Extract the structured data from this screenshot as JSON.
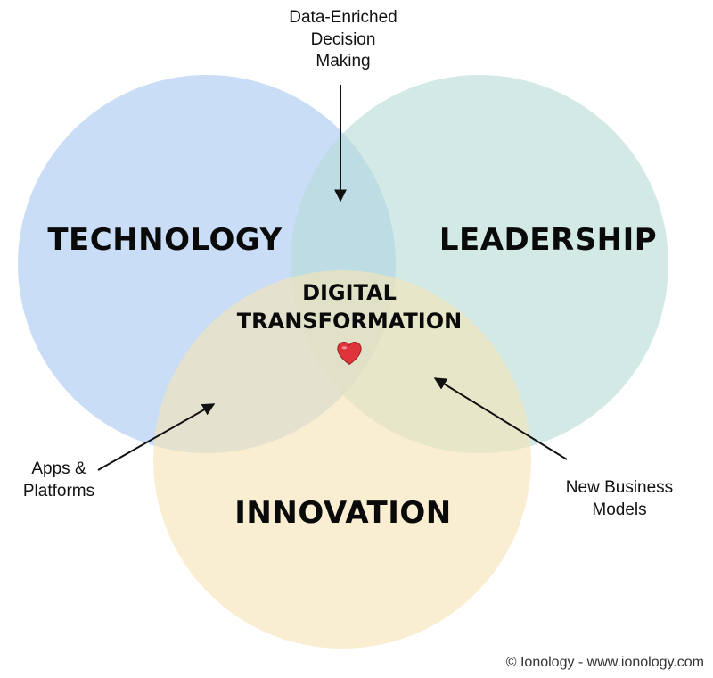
{
  "colors": {
    "technology_fill": "#a8c8f0",
    "leadership_fill": "#b7dbd6",
    "innovation_fill": "#f6e3b6",
    "arrow": "#111111",
    "heart": "#e0333c"
  },
  "circles": {
    "technology": {
      "label": "TECHNOLOGY"
    },
    "leadership": {
      "label": "LEADERSHIP"
    },
    "innovation": {
      "label": "INNOVATION"
    }
  },
  "center": {
    "line1": "DIGITAL",
    "line2": "TRANSFORMATION",
    "icon": "heart-icon"
  },
  "callouts": {
    "top": {
      "line1": "Data-Enriched",
      "line2": "Decision",
      "line3": "Making"
    },
    "left": {
      "line1": "Apps &",
      "line2": "Platforms"
    },
    "right": {
      "line1": "New Business",
      "line2": "Models"
    }
  },
  "footer": {
    "copyright": "© Ionology - www.ionology.com"
  }
}
